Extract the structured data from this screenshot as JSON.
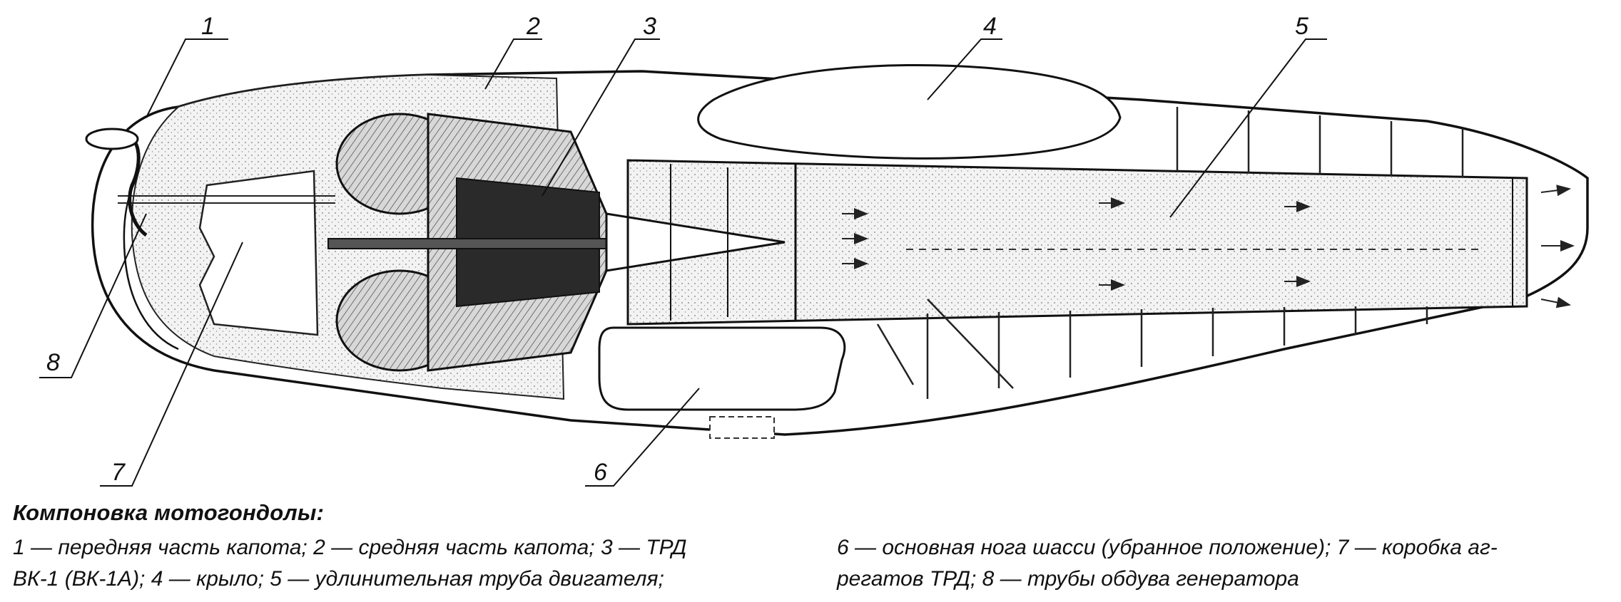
{
  "callouts": {
    "c1": "1",
    "c2": "2",
    "c3": "3",
    "c4": "4",
    "c5": "5",
    "c6": "6",
    "c7": "7",
    "c8": "8"
  },
  "caption": {
    "title": "Компоновка мотогондолы:",
    "left_line1": "1 — передняя часть капота; 2 — средняя часть капота; 3 — ТРД",
    "left_line2": "ВК-1 (ВК-1А); 4 — крыло; 5 — удлинительная труба двигателя;",
    "right_line1": "6 — основная нога шасси (убранное положение); 7 — коробка аг-",
    "right_line2": "регатов ТРД; 8 — трубы обдува генератора"
  }
}
